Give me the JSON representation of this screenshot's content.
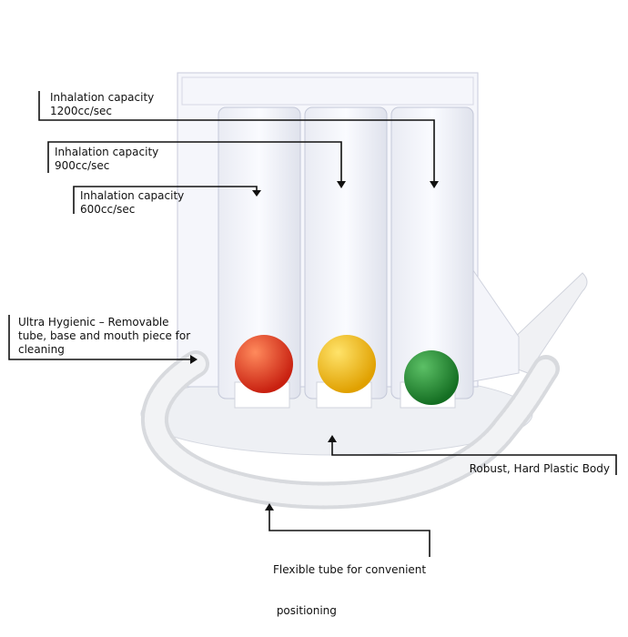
{
  "callouts": {
    "c1200": {
      "line1": "Inhalation capacity",
      "line2": "1200cc/sec"
    },
    "c900": {
      "line1": "Inhalation capacity",
      "line2": "900cc/sec"
    },
    "c600": {
      "line1": "Inhalation capacity",
      "line2": "600cc/sec"
    },
    "hygienic": {
      "line1": "Ultra Hygienic – Removable",
      "line2": "tube, base and mouth piece for",
      "line3": "cleaning"
    },
    "body": {
      "line1": "Robust, Hard Plastic Body"
    },
    "tube": {
      "line1": "Flexible tube for convenient",
      "line2": " positioning"
    }
  },
  "colors": {
    "ball_red": "#e0321c",
    "ball_yellow": "#f2b90f",
    "ball_green": "#1f8a2e"
  }
}
